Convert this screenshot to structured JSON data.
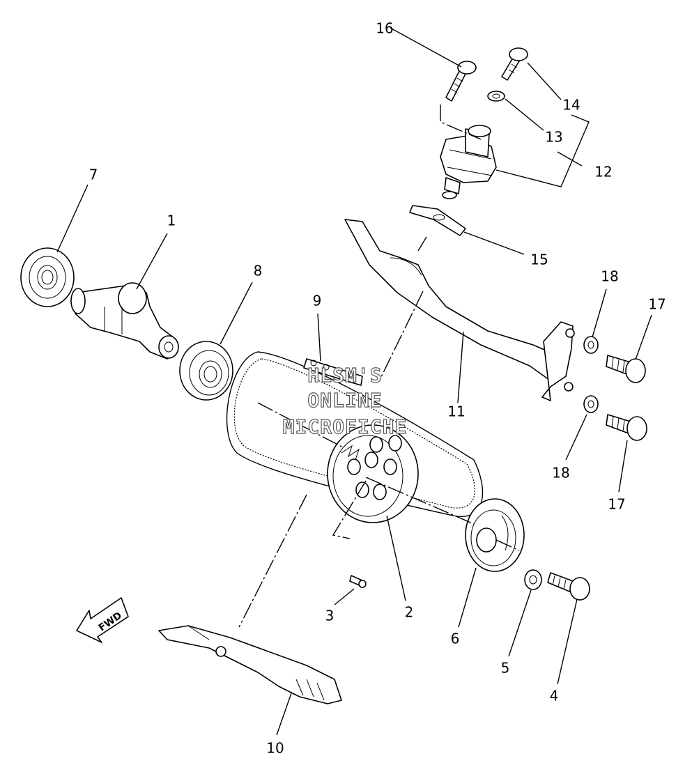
{
  "callouts": {
    "c1": "1",
    "c2": "2",
    "c3": "3",
    "c4": "4",
    "c5": "5",
    "c6": "6",
    "c7": "7",
    "c8": "8",
    "c9": "9",
    "c10": "10",
    "c11": "11",
    "c12": "12",
    "c13": "13",
    "c14": "14",
    "c15": "15",
    "c16": "16",
    "c17a": "17",
    "c17b": "17",
    "c18a": "18",
    "c18b": "18"
  },
  "fwd_label": "FWD",
  "watermark": {
    "line1": "HLSM'S",
    "line2": "ONLINE",
    "line3": "MICROFICHE"
  }
}
